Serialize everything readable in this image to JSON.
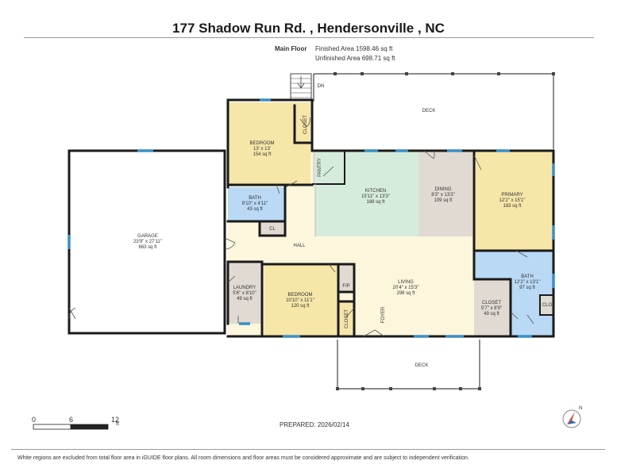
{
  "title": "177 Shadow Run Rd. , Hendersonville , NC",
  "floor": {
    "name": "Main Floor",
    "finished": "Finished Area 1598.46 sq ft",
    "unfinished": "Unfinished Area 698.71 sq ft"
  },
  "rooms": {
    "garage": {
      "name": "GARAGE",
      "dims": "23'9\" x 27'11\"",
      "area": "663 sq ft"
    },
    "bedroom1": {
      "name": "BEDROOM",
      "dims": "13' x 13'",
      "area": "154 sq ft"
    },
    "bath1": {
      "name": "BATH",
      "dims": "8'10\" x 4'11\"",
      "area": "43 sq ft"
    },
    "kitchen": {
      "name": "KITCHEN",
      "dims": "15'11\" x 13'3\"",
      "area": "188 sq ft"
    },
    "dining": {
      "name": "DINING",
      "dims": "8'3\" x 13'3\"",
      "area": "109 sq ft"
    },
    "primary": {
      "name": "PRIMARY",
      "dims": "12'2\" x 15'1\"",
      "area": "183 sq ft"
    },
    "bath2": {
      "name": "BATH",
      "dims": "12'2\" x 13'1\"",
      "area": "97 sq ft"
    },
    "closet_primary": {
      "name": "CLOSET",
      "dims": "5'7\" x 8'9\"",
      "area": "49 sq ft"
    },
    "laundry": {
      "name": "LAUNDRY",
      "dims": "5'6\" x 8'10\"",
      "area": "49 sq ft"
    },
    "bedroom2": {
      "name": "BEDROOM",
      "dims": "10'10\" x 11'1\"",
      "area": "120 sq ft"
    },
    "living": {
      "name": "LIVING",
      "dims": "20'4\" x 15'3\"",
      "area": "298 sq ft"
    }
  },
  "labels": {
    "deck_top": "DECK",
    "deck_bottom": "DECK",
    "hall": "HALL",
    "pantry": "PANTRY",
    "closet_bed1": "CLOSET",
    "closet_bed2": "CLOSET",
    "cl": "CL",
    "clo": "CLO",
    "fp": "F/P",
    "foyer": "FOYER",
    "dn": "DN"
  },
  "scale": {
    "t0": "0",
    "t1": "6",
    "t2": "12",
    "unit": "ft"
  },
  "compass": {
    "north": "N"
  },
  "prepared": "PREPARED: 2026/02/14",
  "footer": "White regions are excluded from total floor area in iGUIDE floor plans. All room dimensions and floor areas must be considered approximate and are subject to independent verification.",
  "colors": {
    "bedroom": "#f6e6a8",
    "bath": "#b9d9f5",
    "kitchen": "#d5ecdc",
    "dining": "#e0dad2",
    "primary": "#f6e6a8",
    "utility": "#e0dad2",
    "hall": "#fbf6dc",
    "wall": "#1b1b1b",
    "window": "#3a8fc6"
  }
}
